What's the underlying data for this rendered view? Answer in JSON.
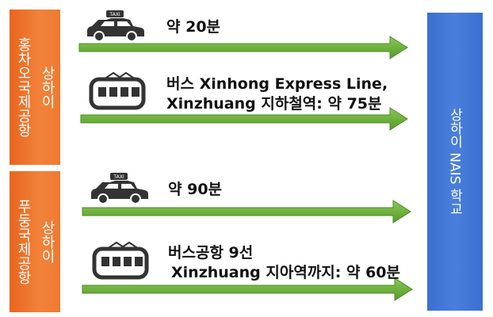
{
  "origins": [
    {
      "line1": "홍차오국제공항",
      "line2": "상하이"
    },
    {
      "line1": "푸둥국제공항",
      "line2": "상하이"
    }
  ],
  "destination": {
    "label": "상하이 NAIS 학교"
  },
  "routes": [
    {
      "icon": "taxi-icon",
      "text1": "약 20분"
    },
    {
      "icon": "bus-icon",
      "text1": "버스 Xinhong Express Line,",
      "text2": "Xinzhuang 지하철역: 약 75분"
    },
    {
      "icon": "taxi-icon",
      "text1": "약 90분"
    },
    {
      "icon": "bus-icon",
      "text1": "버스공항 9선",
      "text2": "Xinzhuang 지아역까지: 약 60분"
    }
  ],
  "taxi_sign": "TAXI",
  "colors": {
    "origin": "#ee7a30",
    "destination": "#4a7fdc",
    "arrow": "#6fb23e",
    "arrow_border": "#4e8a2a",
    "icon": "#333333"
  }
}
